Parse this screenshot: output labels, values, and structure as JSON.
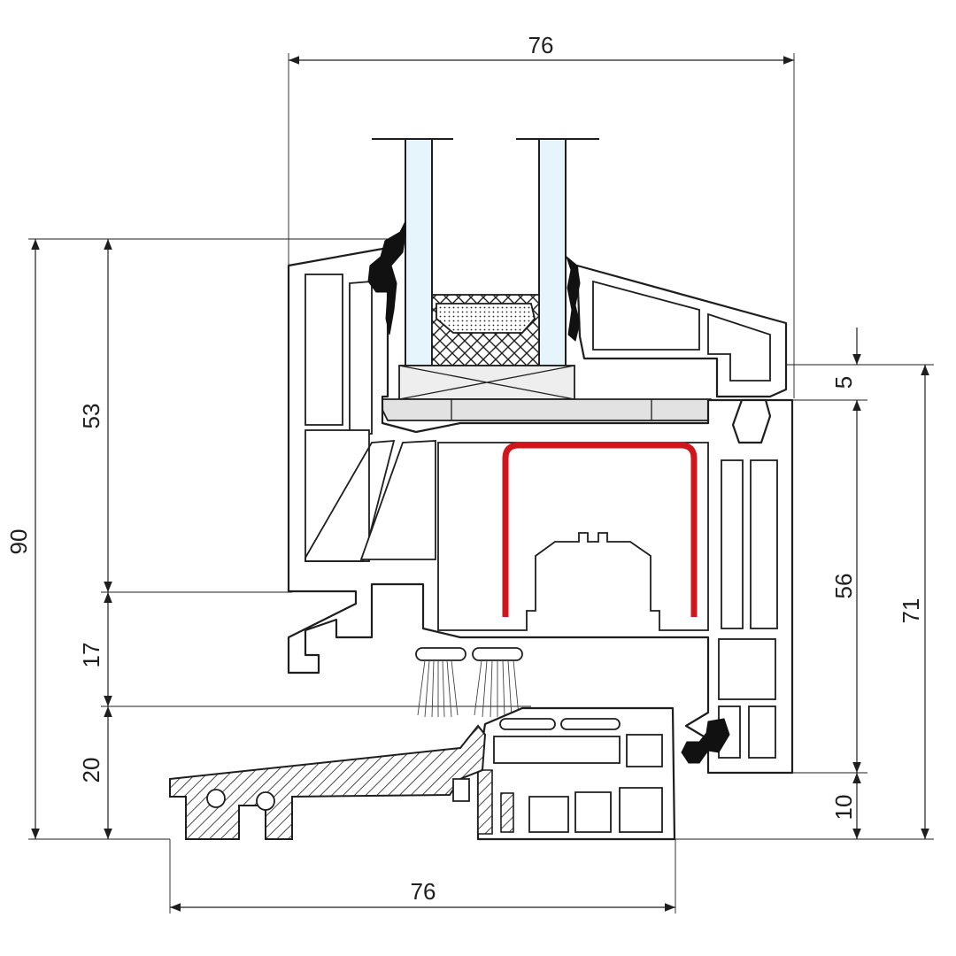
{
  "dimensions": {
    "frame_width": "76",
    "sill_width": "76",
    "total_height": "90",
    "sash_height": "53",
    "gap_17": "17",
    "sill_height": "20",
    "rebate_5": "5",
    "frame_height_56": "56",
    "frame_height_71": "71",
    "bottom_10": "10"
  },
  "colors": {
    "reinforcement": "#d0151c",
    "glass": "#e6f4fb",
    "line": "#1e1e1e",
    "gasket": "#111111"
  }
}
